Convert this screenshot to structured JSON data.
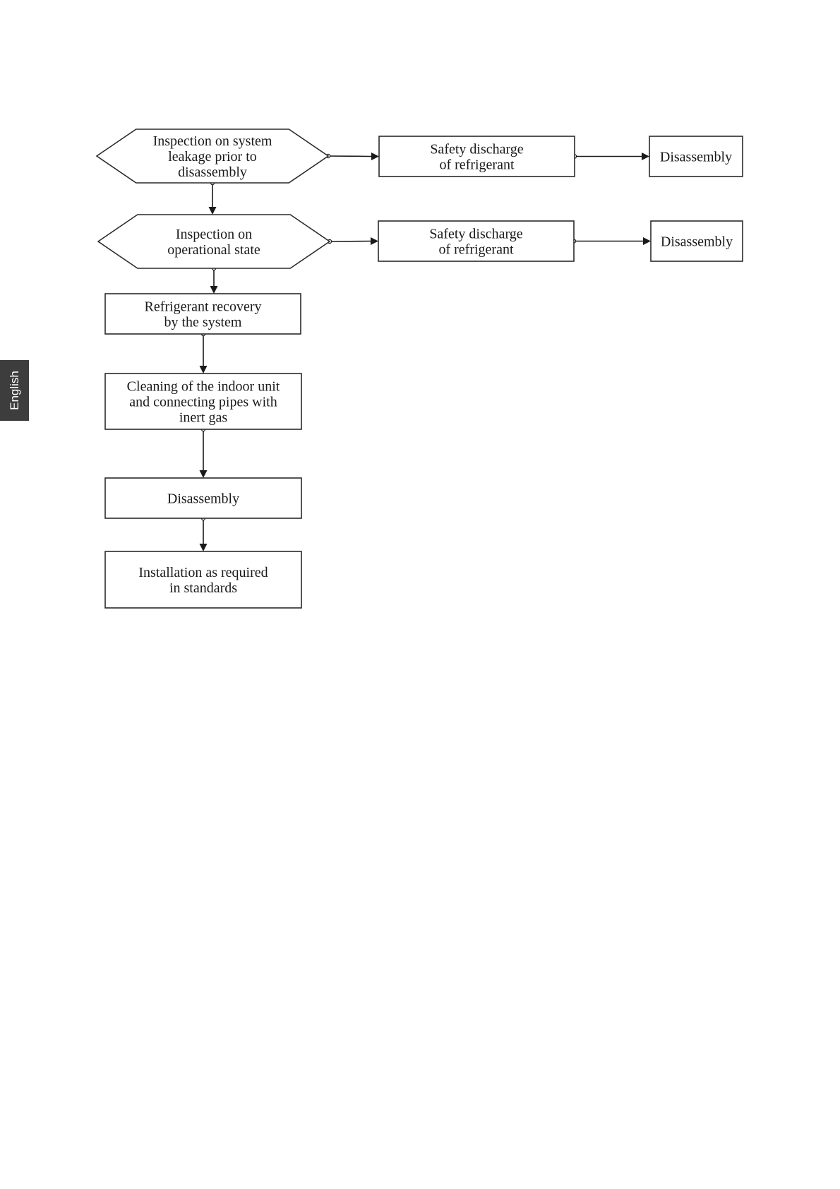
{
  "side_tab": {
    "label": "English"
  },
  "flowchart": {
    "nodes": {
      "leak_check": {
        "shape": "hexagon",
        "lines": [
          "Inspection on system",
          "leakage prior to",
          "disassembly"
        ]
      },
      "discharge_1": {
        "shape": "rect",
        "lines": [
          "Safety discharge",
          "of refrigerant"
        ]
      },
      "disassembly_1": {
        "shape": "rect",
        "lines": [
          "Disassembly"
        ]
      },
      "operational_check": {
        "shape": "hexagon",
        "lines": [
          "Inspection on",
          "operational state"
        ]
      },
      "discharge_2": {
        "shape": "rect",
        "lines": [
          "Safety discharge",
          "of refrigerant"
        ]
      },
      "disassembly_2": {
        "shape": "rect",
        "lines": [
          "Disassembly"
        ]
      },
      "recovery": {
        "shape": "rect",
        "lines": [
          "Refrigerant recovery",
          "by the system"
        ]
      },
      "cleaning": {
        "shape": "rect",
        "lines": [
          "Cleaning of the indoor unit",
          "and connecting pipes with",
          "inert gas"
        ]
      },
      "disassembly_main": {
        "shape": "rect",
        "lines": [
          "Disassembly"
        ]
      },
      "installation": {
        "shape": "rect",
        "lines": [
          "Installation as required",
          "in standards"
        ]
      }
    },
    "edges": [
      {
        "from": "leak_check",
        "to": "discharge_1"
      },
      {
        "from": "discharge_1",
        "to": "disassembly_1"
      },
      {
        "from": "leak_check",
        "to": "operational_check"
      },
      {
        "from": "operational_check",
        "to": "discharge_2"
      },
      {
        "from": "discharge_2",
        "to": "disassembly_2"
      },
      {
        "from": "operational_check",
        "to": "recovery"
      },
      {
        "from": "recovery",
        "to": "cleaning"
      },
      {
        "from": "cleaning",
        "to": "disassembly_main"
      },
      {
        "from": "disassembly_main",
        "to": "installation"
      }
    ]
  }
}
